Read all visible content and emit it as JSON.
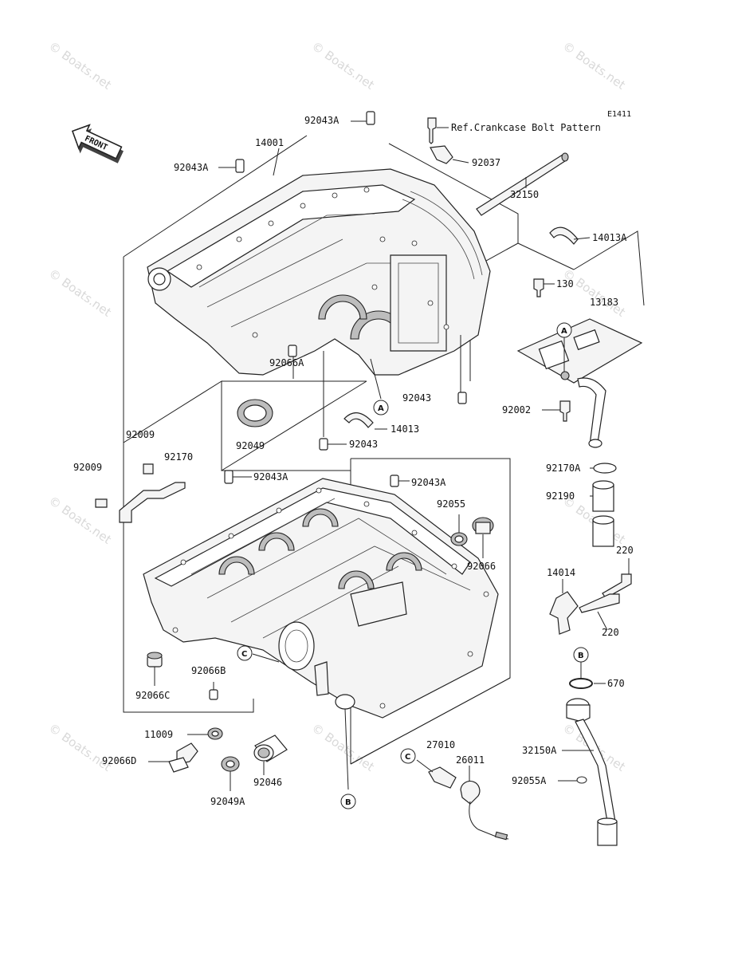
{
  "diagram_code": "E1411",
  "front_label": "FRONT",
  "watermark": "© Boats.net",
  "callouts": {
    "A": "A",
    "B": "B",
    "C": "C"
  },
  "parts": {
    "p92043A_top": "92043A",
    "p_ref_bolt": "Ref.Crankcase Bolt Pattern",
    "p14001": "14001",
    "p92043A_left": "92043A",
    "p92037": "92037",
    "p32150": "32150",
    "p14013A": "14013A",
    "p130": "130",
    "p13183": "13183",
    "p92066A": "92066A",
    "p92043_right": "92043",
    "p92002": "92002",
    "p92049": "92049",
    "p14013": "14013",
    "p92043_bottom": "92043",
    "p92009_top": "92009",
    "p92009_left": "92009",
    "p92170": "92170",
    "p92043A_mid1": "92043A",
    "p92043A_mid2": "92043A",
    "p92170A": "92170A",
    "p92190": "92190",
    "p92055": "92055",
    "p92066": "92066",
    "p220_top": "220",
    "p14014": "14014",
    "p220_bottom": "220",
    "p92066B": "92066B",
    "p92066C": "92066C",
    "p670": "670",
    "p11009": "11009",
    "p27010": "27010",
    "p26011": "26011",
    "p32150A": "32150A",
    "p92066D": "92066D",
    "p92046": "92046",
    "p92055A": "92055A",
    "p92049A": "92049A"
  }
}
